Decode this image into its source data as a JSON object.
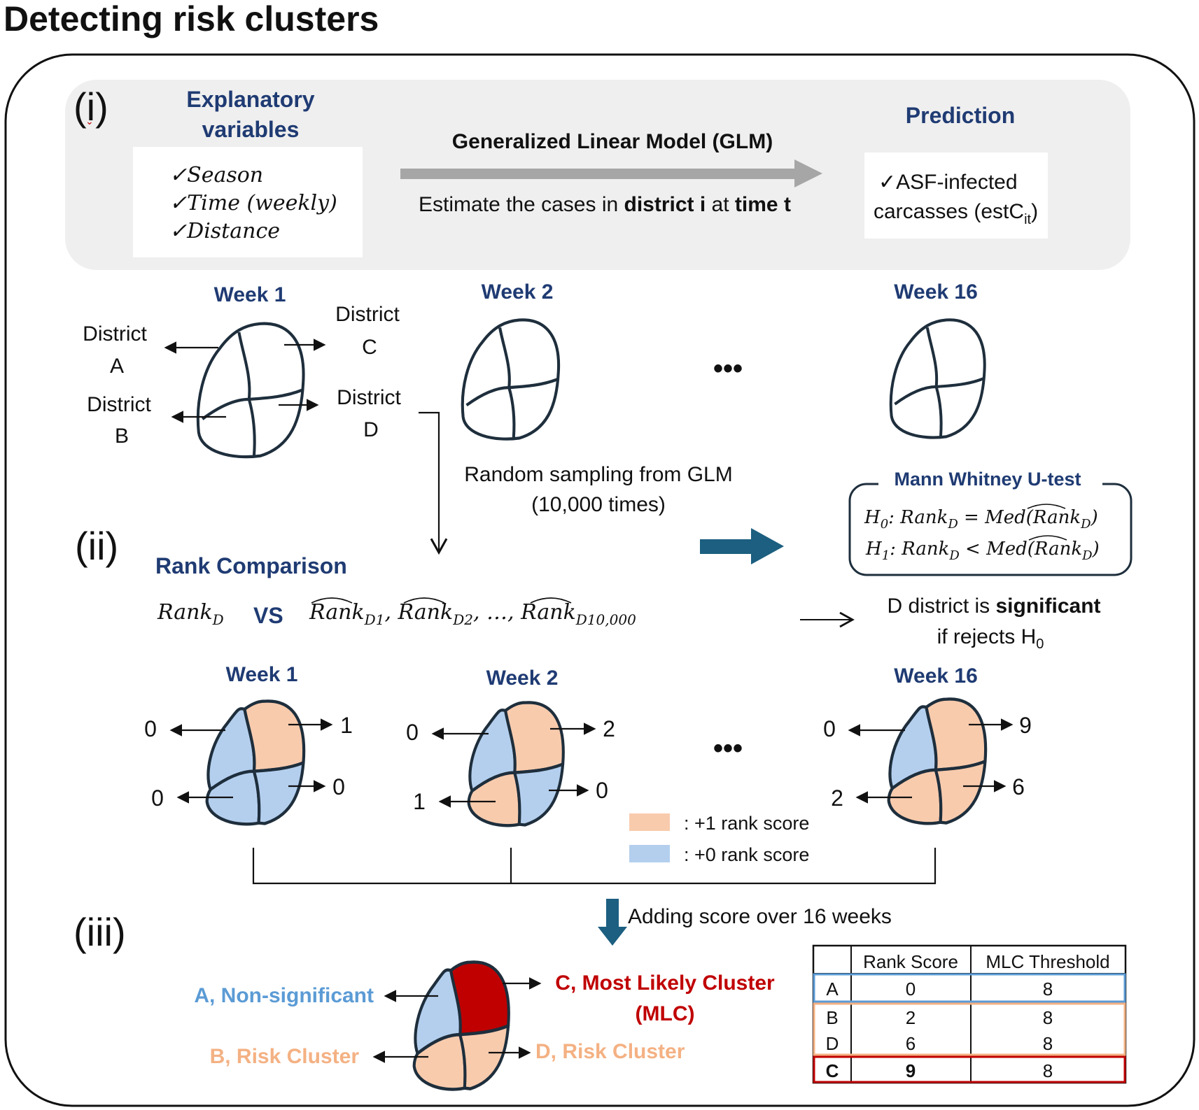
{
  "title": "Detecting risk clusters",
  "colors": {
    "navy": "#1f3b73",
    "outline": "#1e2e3c",
    "teal_arrow": "#1c5f80",
    "orange_fill": "#f8cbad",
    "blue_fill": "#b4cfee",
    "red_fill": "#c00000",
    "gray_arrow": "#a6a6a6",
    "panel_gray": "#efefef",
    "label_blue": "#5b9bd5",
    "label_orange": "#f4b183"
  },
  "step_i": {
    "label": "(i)",
    "explanatory_title_1": "Explanatory",
    "explanatory_title_2": "variables",
    "variables": [
      "✓Season",
      "✓Time (weekly)",
      "✓Distance"
    ],
    "model_title": "Generalized Linear Model (GLM)",
    "model_desc_1": "Estimate the cases in ",
    "model_desc_district": "district i",
    "model_desc_2": " at ",
    "model_desc_time": "time t",
    "prediction_title": "Prediction",
    "prediction_line1": "✓ASF-infected",
    "prediction_line2": "carcasses (estC",
    "prediction_sub": "it",
    "prediction_close": ")"
  },
  "weeks_top": {
    "week1": "Week 1",
    "week2": "Week 2",
    "week16": "Week 16",
    "ellipsis": "•••",
    "district_a_1": "District",
    "district_a_2": "A",
    "district_b_1": "District",
    "district_b_2": "B",
    "district_c_1": "District",
    "district_c_2": "C",
    "district_d_1": "District",
    "district_d_2": "D"
  },
  "step_ii": {
    "label": "(ii)",
    "sampling_1": "Random sampling from GLM",
    "sampling_2": "(10,000 times)",
    "rank_title": "Rank Comparison",
    "rank_lhs": "Rank",
    "rank_lhs_sub": "D",
    "vs": "VS",
    "rank_rhs": "Rank",
    "rank_rhs_subs": [
      "D1",
      "D2",
      "D10,000"
    ],
    "rank_rhs_sep": ", ",
    "rank_rhs_dots": "…",
    "mw_title": "Mann Whitney U-test",
    "h0": "H",
    "h0_sub": "0",
    "h0_rest": ": Rank",
    "h0_eq": " = Med(",
    "h1_sub": "1",
    "h1_lt": " < Med(",
    "formula_d": "D",
    "formula_close": ")",
    "sig_1a": "D district is ",
    "sig_1b": "significant",
    "sig_2": "if rejects H",
    "sig_2_sub": "0"
  },
  "weeks_scored": {
    "week1": "Week 1",
    "week2": "Week 2",
    "week16": "Week 16",
    "ellipsis": "•••",
    "w1": {
      "a": "0",
      "b": "0",
      "c": "1",
      "d": "0"
    },
    "w2": {
      "a": "0",
      "b": "1",
      "c": "2",
      "d": "0"
    },
    "w16": {
      "a": "0",
      "b": "2",
      "c": "9",
      "d": "6"
    }
  },
  "legend": {
    "plus1": ": +1 rank score",
    "plus0": ": +0 rank score"
  },
  "step_iii": {
    "label": "(iii)",
    "adding": "Adding score over 16 weeks",
    "label_a": "A, Non-significant",
    "label_b": "B, Risk Cluster",
    "label_c1": "C, Most Likely Cluster",
    "label_c2": "(MLC)",
    "label_d": "D, Risk Cluster"
  },
  "table": {
    "headers": [
      "",
      "Rank Score",
      "MLC Threshold"
    ],
    "rows": [
      {
        "district": "A",
        "score": "0",
        "threshold": "8"
      },
      {
        "district": "B",
        "score": "2",
        "threshold": "8"
      },
      {
        "district": "D",
        "score": "6",
        "threshold": "8"
      },
      {
        "district": "C",
        "score": "9",
        "threshold": "8"
      }
    ]
  }
}
